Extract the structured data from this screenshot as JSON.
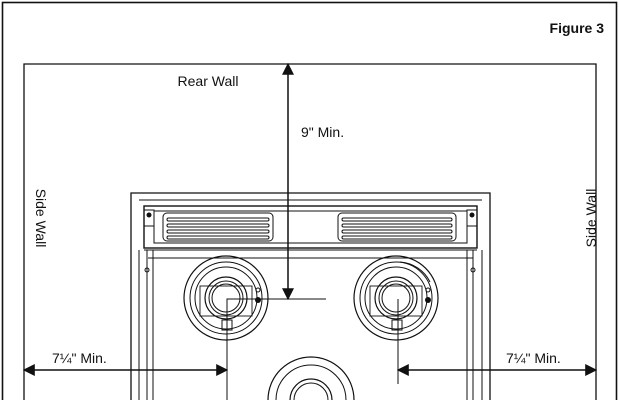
{
  "figure": {
    "label": "Figure 3"
  },
  "labels": {
    "rear_wall": "Rear Wall",
    "side_wall_left": "Side Wall",
    "side_wall_right": "Side Wall",
    "rear_clearance": "9\" Min.",
    "left_clearance": "7¼\" Min.",
    "right_clearance": "7¼\" Min."
  },
  "colors": {
    "line": "#111111",
    "background": "#ffffff"
  }
}
